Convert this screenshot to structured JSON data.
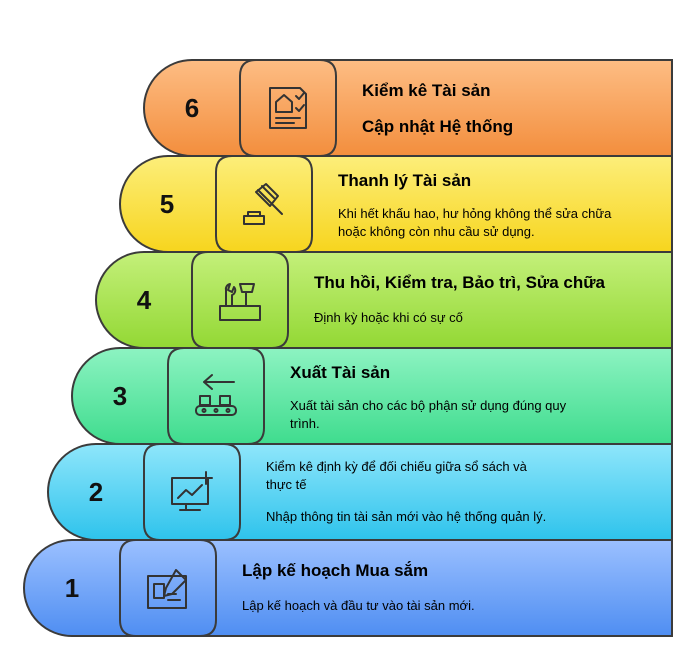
{
  "steps": [
    {
      "number": "1",
      "title": "Lập kế hoạch Mua sắm",
      "description": "Lập kế hoạch và đầu tư vào tài sản mới.",
      "icon": "blueprint-pencil-icon",
      "color_light": "#9bc0ff",
      "color_dark": "#4f8ef2"
    },
    {
      "number": "2",
      "title": "",
      "description": "Kiểm kê định kỳ để đối chiếu giữa sổ sách và thực tế",
      "description2": "Nhập thông tin tài sản mới vào hệ thống quản lý.",
      "icon": "monitor-chart-plus-icon",
      "color_light": "#8fe6fb",
      "color_dark": "#2ec3ec"
    },
    {
      "number": "3",
      "title": "Xuất Tài sản",
      "description": "Xuất tài sản cho các bộ phận sử dụng đúng quy trình.",
      "icon": "conveyor-arrow-icon",
      "color_light": "#8df3c2",
      "color_dark": "#3fdc8e"
    },
    {
      "number": "4",
      "title": "Thu hồi, Kiểm tra, Bảo trì, Sửa chữa",
      "description": "Định kỳ hoặc khi có sự cố",
      "icon": "toolbox-wrench-hammer-icon",
      "color_light": "#c4f07a",
      "color_dark": "#93d834"
    },
    {
      "number": "5",
      "title": "Thanh lý Tài sản",
      "description": "Khi hết khấu hao, hư hỏng không thể sửa chữa hoặc không còn nhu cầu sử dụng.",
      "icon": "gavel-icon",
      "color_light": "#fcee7a",
      "color_dark": "#f7d51e"
    },
    {
      "number": "6",
      "title": "Kiểm kê Tài sản",
      "title2": "Cập nhật Hệ thống",
      "description": "",
      "icon": "checklist-house-icon",
      "color_light": "#fdbd84",
      "color_dark": "#f38e3d"
    }
  ]
}
